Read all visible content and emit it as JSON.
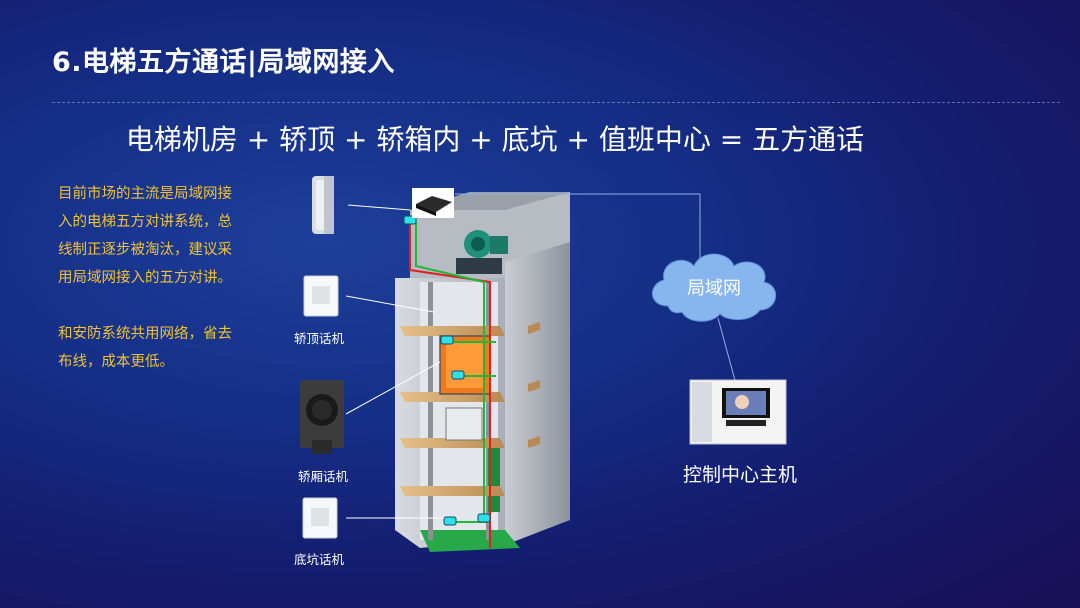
{
  "slide": {
    "title": "6.电梯五方通话|局域网接入",
    "formula": "电梯机房 + 轿顶 + 轿箱内 + 底坑 + 值班中心 = 五方通话",
    "description": [
      "目前市场的主流是局域网接入的电梯五方对讲系统，总线制正逐步被淘汰，建议采用局域网接入的五方对讲。",
      "和安防系统共用网络，省去布线，成本更低。"
    ]
  },
  "devices": {
    "car_top": "轿顶话机",
    "car": "轿厢话机",
    "pit": "底坑话机",
    "network": "局域网",
    "host": "控制中心主机"
  },
  "colors": {
    "accent_text": "#f2c231",
    "wire_red": "#e02020",
    "wire_green": "#1fb93a",
    "node_cyan": "#2fe0e6"
  }
}
